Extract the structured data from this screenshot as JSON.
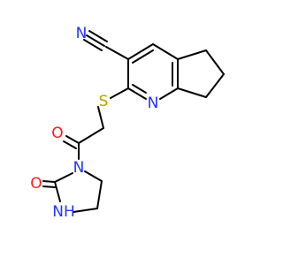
{
  "molecule": {
    "atoms": {
      "n_nitrile": {
        "label": "N",
        "color": "#2233ff"
      },
      "n_pyridine": {
        "label": "N",
        "color": "#2233ff"
      },
      "s_thioether": {
        "label": "S",
        "color": "#b8a000"
      },
      "o_ketone": {
        "label": "O",
        "color": "#ff1a1a"
      },
      "o_urea": {
        "label": "O",
        "color": "#ff1a1a"
      },
      "n_imid": {
        "label": "N",
        "color": "#2233ff"
      },
      "nh_imid": {
        "label": "NH",
        "color": "#2233ff"
      }
    },
    "bond_color": "#000000",
    "background": "#ffffff"
  }
}
